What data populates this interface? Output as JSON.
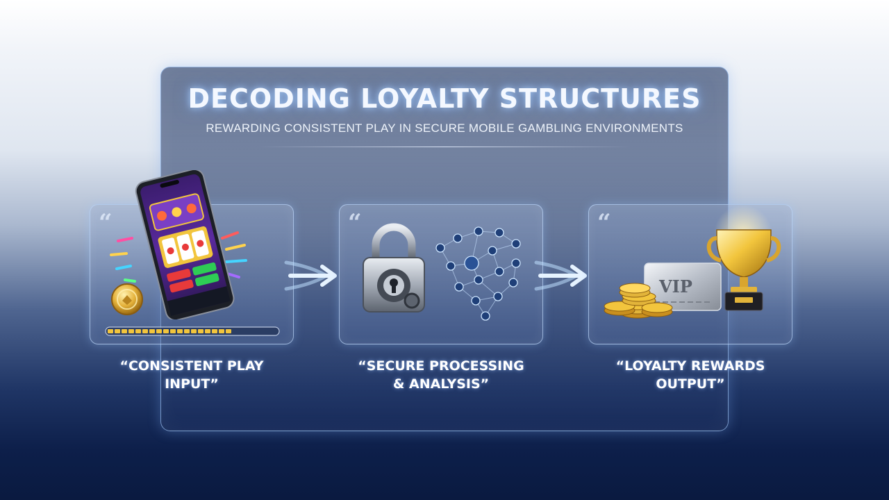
{
  "title": "DECODING LOYALTY STRUCTURES",
  "subtitle": "REWARDING CONSISTENT PLAY IN SECURE MOBILE GAMBLING ENVIRONMENTS",
  "steps": [
    {
      "quote": "“",
      "label": "“CONSISTENT PLAY\nINPUT”"
    },
    {
      "quote": "“",
      "label": "“SECURE PROCESSING\n& ANALYSIS”"
    },
    {
      "quote": "“",
      "label": "“LOYALTY REWARDS\nOUTPUT”"
    }
  ],
  "vip_card": {
    "text": "VIP"
  },
  "icons": [
    "smartphone-slot-icon",
    "gold-coin-icon",
    "progress-bar-icon",
    "padlock-gear-icon",
    "network-graph-icon",
    "gold-coins-stack-icon",
    "vip-card-icon",
    "trophy-icon",
    "arrow-right-icon"
  ],
  "colors": {
    "accent_glow": "#9cc6ff",
    "gold": "#e2b43a",
    "panel_border": "#96b9eb",
    "background_dark": "#0a1a40"
  }
}
